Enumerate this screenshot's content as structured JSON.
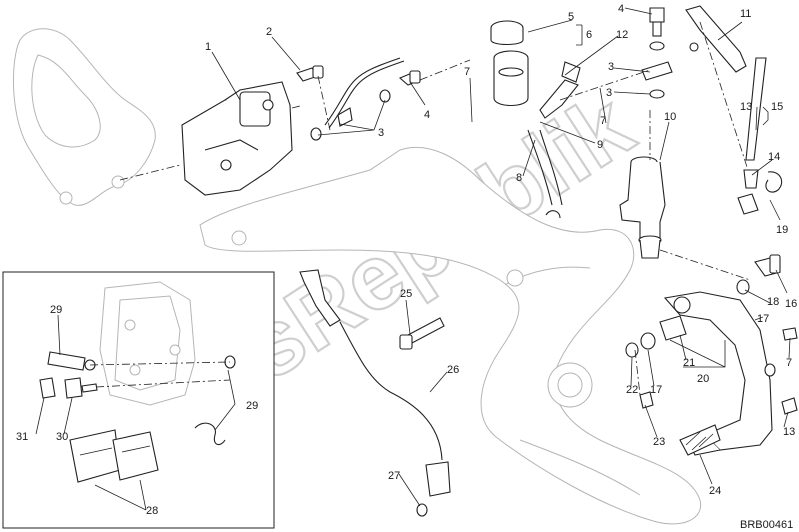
{
  "watermark": {
    "text": "PartsRepublik"
  },
  "diagram_code": "BRB00461",
  "callouts": {
    "c1": "1",
    "c2": "2",
    "c3a": "3",
    "c3b": "3",
    "c3c": "3",
    "c4a": "4",
    "c4b": "4",
    "c5": "5",
    "c6": "6",
    "c7a": "7",
    "c7b": "7",
    "c7c": "7",
    "c8": "8",
    "c9": "9",
    "c10": "10",
    "c11": "11",
    "c12": "12",
    "c13a": "13",
    "c13b": "13",
    "c15": "15",
    "c14": "14",
    "c16": "16",
    "c17a": "17",
    "c17b": "17",
    "c18": "18",
    "c19": "19",
    "c20": "20",
    "c21": "21",
    "c22": "22",
    "c23": "23",
    "c24": "24",
    "c25": "25",
    "c26": "26",
    "c27": "27",
    "c28": "28",
    "c29a": "29",
    "c29b": "29",
    "c30": "30",
    "c31": "31"
  }
}
